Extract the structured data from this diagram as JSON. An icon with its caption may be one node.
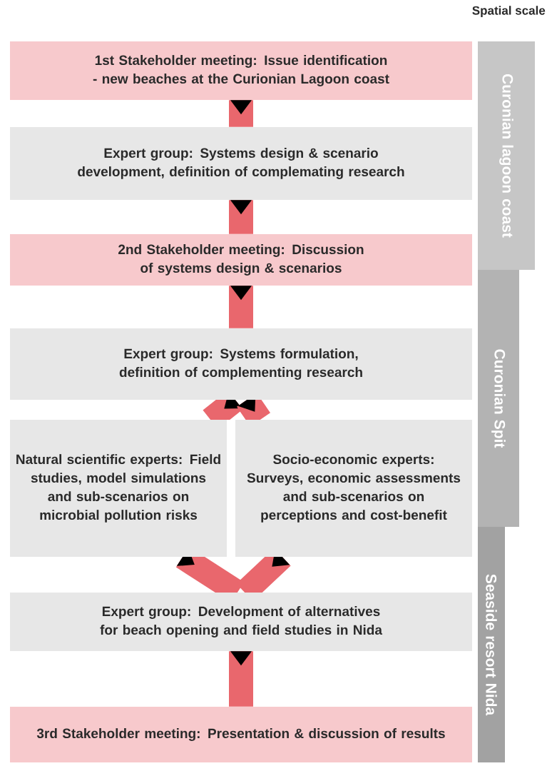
{
  "diagram": {
    "title": "Spatial scale",
    "nodes": [
      {
        "text": [
          "1st Stakeholder meeting: Issue identification - new beaches at the Curionian Lagoon coast"
        ]
      },
      {
        "text": [
          "Expert group: Systems design & scenario development, definition of complemating research"
        ]
      },
      {
        "text": [
          "2nd Stakeholder meeting: Discussion of systems design & scenarios"
        ]
      },
      {
        "text": [
          "Expert group: Systems formulation, definition of complementing research"
        ]
      },
      {
        "text": [
          "Natural scientific experts: Field studies, model simulations and sub-scenarios on microbial pollution risks"
        ]
      },
      {
        "text": [
          "Socio-economic experts: Surveys, economic assessments and sub-scenarios on perceptions and cost-benefit"
        ]
      },
      {
        "text": [
          "Expert group: Development of alternatives for beach opening and field studies in Nida"
        ]
      },
      {
        "text": [
          "3rd Stakeholder meeting: Presentation & discussion of results"
        ]
      },
      {
        "text": [
          "Curonian lagoon coast"
        ]
      },
      {
        "text": [
          "Curonian Spit"
        ]
      },
      {
        "text": [
          "Seaside resort Nida"
        ]
      }
    ],
    "edges": [
      {
        "from": 0,
        "to": 1,
        "arrow": "to"
      },
      {
        "from": 1,
        "to": 2,
        "arrow": "to"
      },
      {
        "from": 2,
        "to": 3,
        "arrow": "to"
      },
      {
        "from": 3,
        "to": 4,
        "arrow": "to"
      },
      {
        "from": 3,
        "to": 5,
        "arrow": "to"
      },
      {
        "from": 4,
        "to": 6,
        "arrow": "to"
      },
      {
        "from": 5,
        "to": 6,
        "arrow": "to"
      },
      {
        "from": 6,
        "to": 7,
        "arrow": "to"
      }
    ]
  }
}
